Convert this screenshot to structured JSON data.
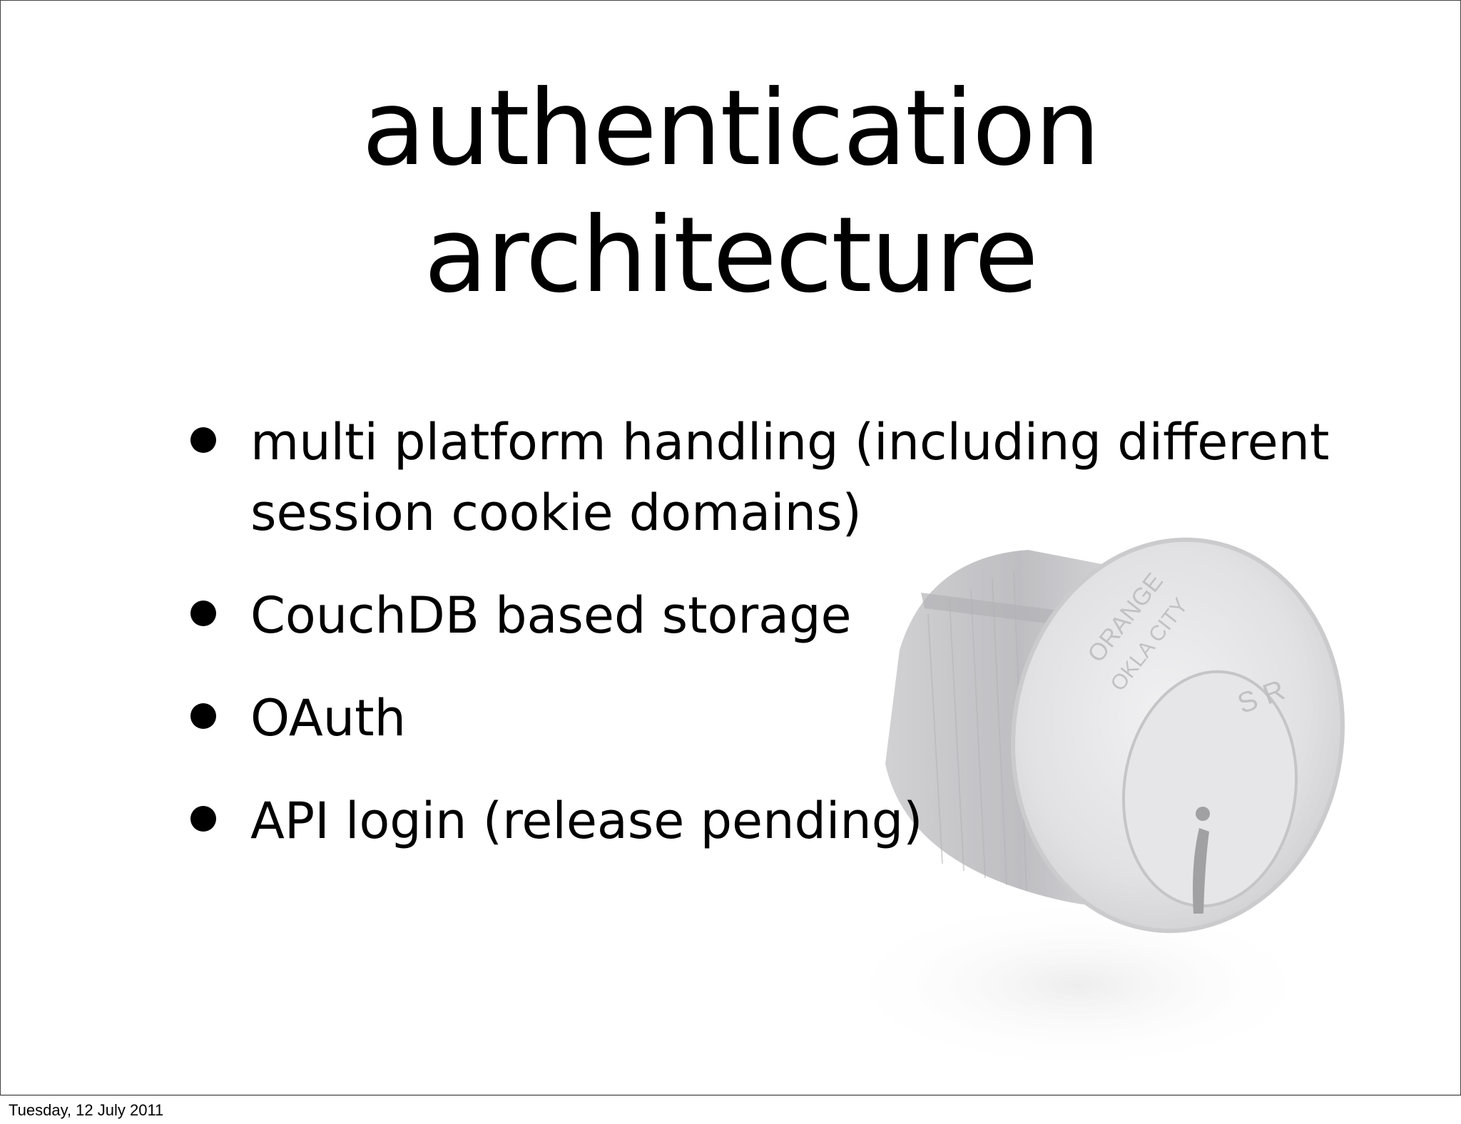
{
  "slide": {
    "title_line1": "authentication",
    "title_line2": "architecture",
    "bullets": [
      {
        "line1": "multi platform handling (including different",
        "line2": "session cookie domains)"
      },
      {
        "line1": "CouchDB based storage"
      },
      {
        "line1": "OAuth"
      },
      {
        "line1": "API login (release pending)"
      }
    ],
    "image": {
      "subject": "lock-cylinder-icon",
      "engraving_line1": "ORANGE",
      "engraving_line2": "OKLA CITY",
      "engraving_initials": "S R"
    }
  },
  "footer": {
    "date": "Tuesday, 12 July 2011"
  }
}
